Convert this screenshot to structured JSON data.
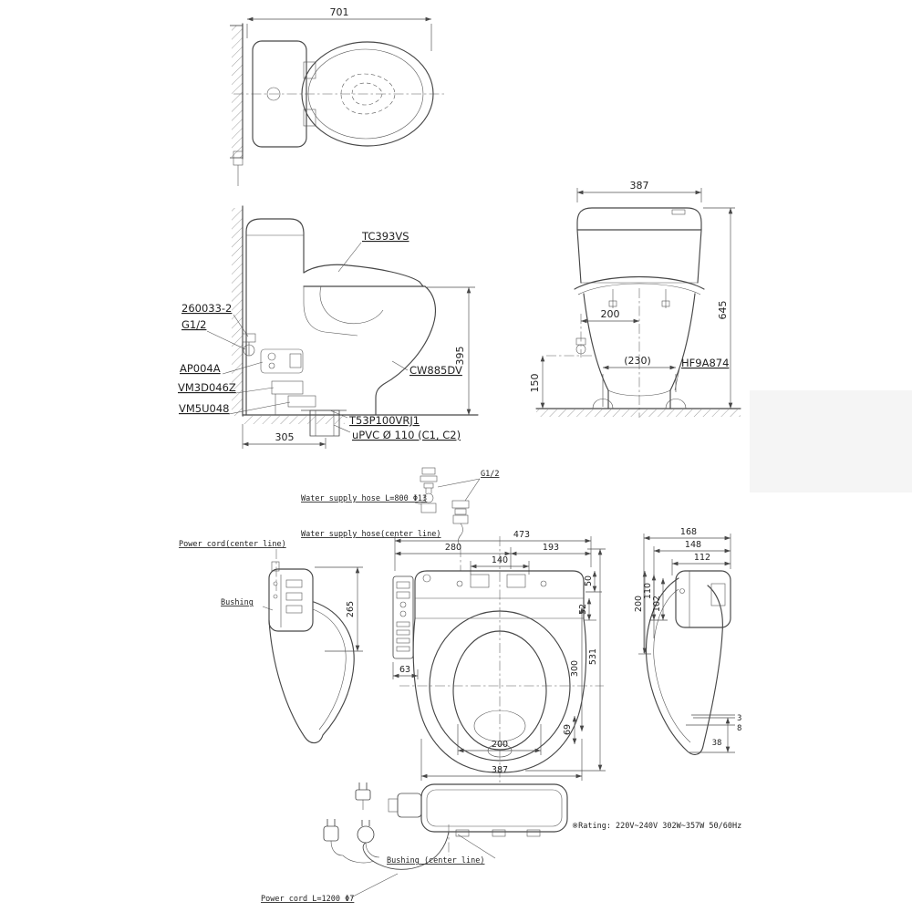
{
  "top_view": {
    "dim_width": "701"
  },
  "side_view": {
    "seat_model": "TC393VS",
    "part_260033_2": "260033-2",
    "part_g12": "G1/2",
    "part_ap004a": "AP004A",
    "part_vm3d046z": "VM3D046Z",
    "part_vm5u048": "VM5U048",
    "part_t53p100vrj1": "T53P100VRJ1",
    "part_upvc": "uPVC Ø 110 (C1, C2)",
    "bowl_model": "CW885DV",
    "dim_rim_height": "395",
    "dim_rough_in": "305"
  },
  "front_view": {
    "dim_width": "387",
    "dim_height": "645",
    "dim_supply_offset": "200",
    "dim_base": "(230)",
    "dim_supply_height": "150",
    "part_hf9a874": "HF9A874"
  },
  "washlet": {
    "labels": {
      "power_cord_center": "Power cord(center line)",
      "bushing": "Bushing",
      "water_hose": "Water supply hose L=800 Φ13",
      "g12": "G1/2",
      "water_hose_center": "Water supply hose(center line)",
      "bushing_center": "Bushing (center line)",
      "power_cord": "Power cord L=1200 Φ7",
      "rating": "※Rating: 220V~240V 302W~357W 50/60Hz"
    },
    "side_view": {
      "dim_height": "265"
    },
    "top_view": {
      "dim_473": "473",
      "dim_280": "280",
      "dim_193": "193",
      "dim_140": "140",
      "dim_50": "50",
      "dim_52": "52",
      "dim_300": "300",
      "dim_69": "69",
      "dim_531": "531",
      "dim_200": "200",
      "dim_387": "387",
      "dim_63": "63"
    },
    "right_view": {
      "dim_168": "168",
      "dim_148": "148",
      "dim_112": "112",
      "dim_110": "110",
      "dim_102": "102",
      "dim_200": "200",
      "dim_3": "3",
      "dim_8": "8",
      "dim_38": "38"
    }
  }
}
